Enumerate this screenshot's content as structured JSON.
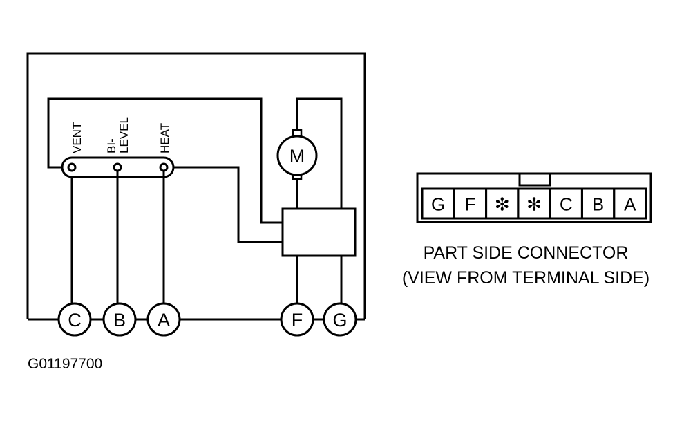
{
  "circuit": {
    "switch_labels": {
      "vent": "VENT",
      "bilevel_line1": "BI-",
      "bilevel_line2": "LEVEL",
      "heat": "HEAT"
    },
    "motor_label": "M",
    "terminals": {
      "c": "C",
      "b": "B",
      "a": "A",
      "f": "F",
      "g": "G"
    }
  },
  "connector": {
    "pins": [
      "G",
      "F",
      "✻",
      "✻",
      "C",
      "B",
      "A"
    ],
    "caption_line1": "PART SIDE CONNECTOR",
    "caption_line2": "(VIEW FROM TERMINAL SIDE)"
  },
  "figure_id": "G01197700"
}
